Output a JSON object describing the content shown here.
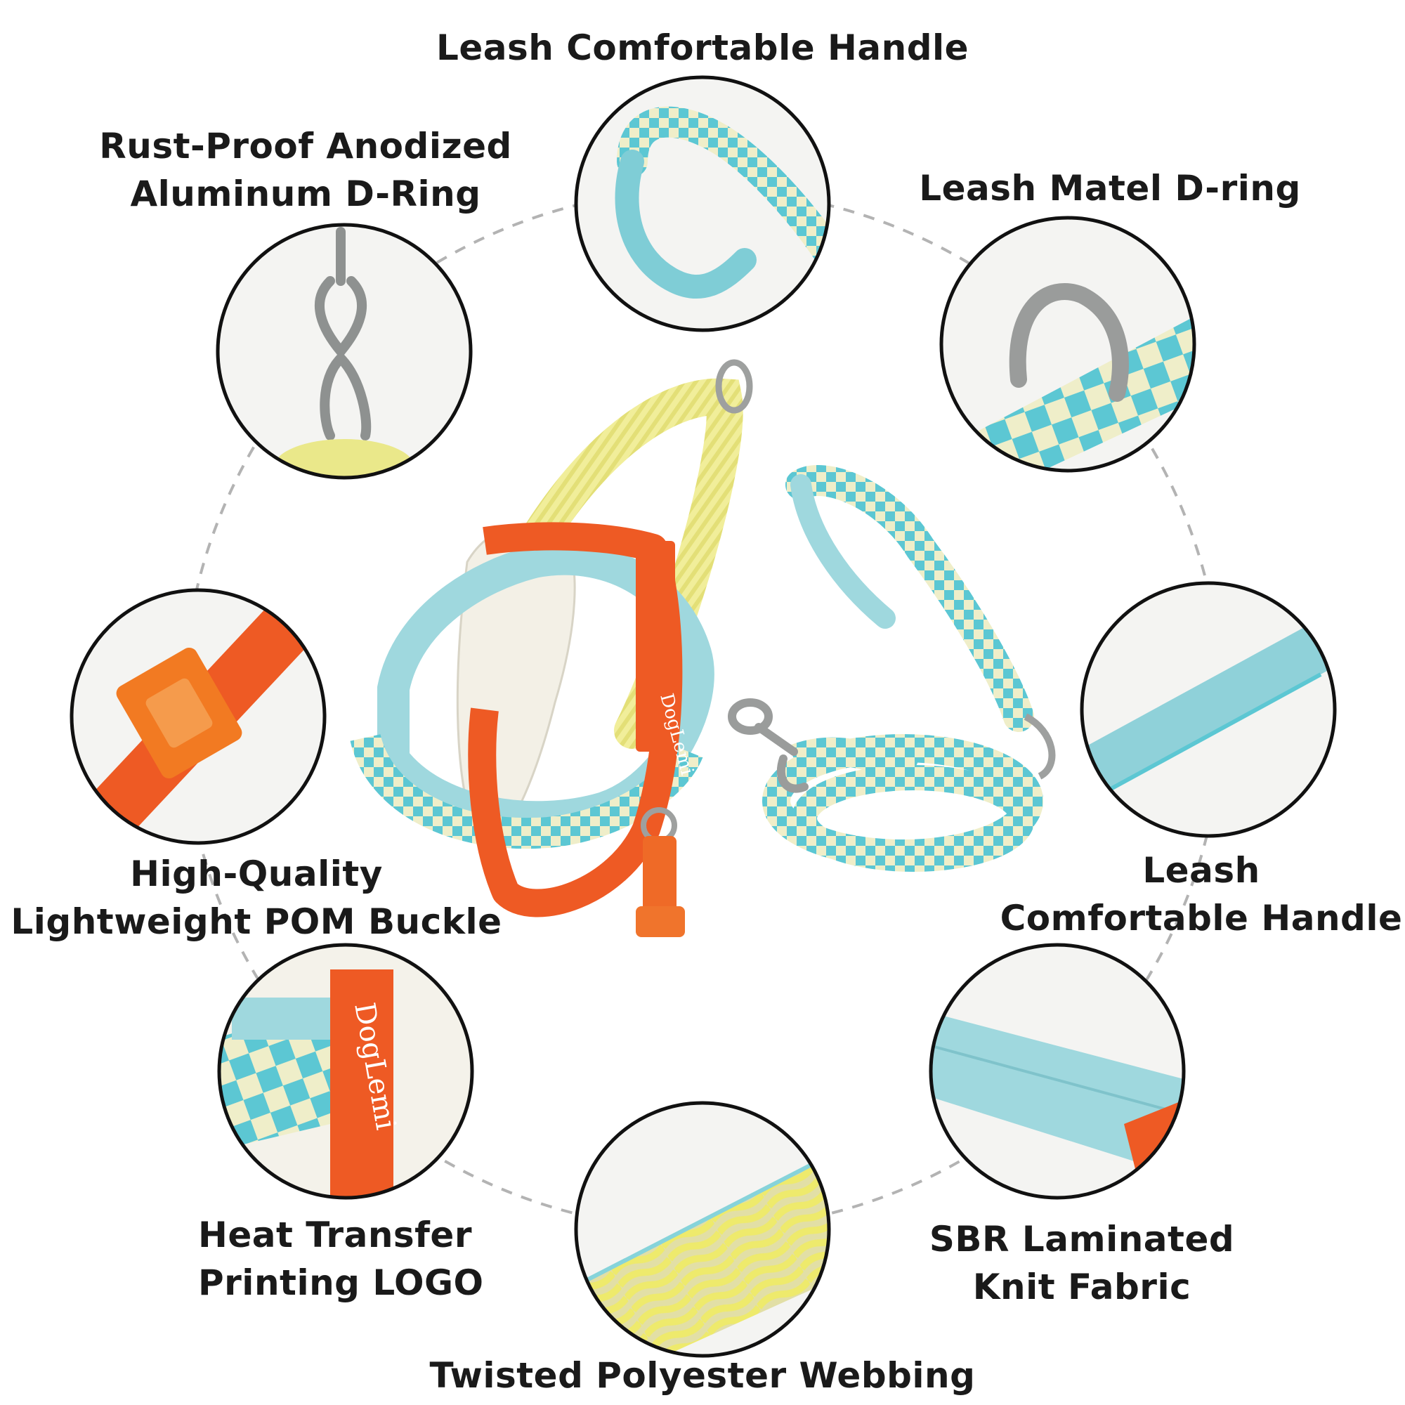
{
  "brand": {
    "logo_text": "DogLemi"
  },
  "colors": {
    "aqua": "#5cc7d3",
    "aqua_light": "#9fd8de",
    "cream": "#efeec9",
    "yellow": "#ece77a",
    "orange": "#ee5a24",
    "metal": "#a7a9a8",
    "ring_border": "#111111",
    "dash": "#b3b3b3"
  },
  "callouts": {
    "top": {
      "lines": [
        "Leash Comfortable Handle"
      ],
      "icon": "leash-handle-closeup"
    },
    "top_left": {
      "lines": [
        "Rust-Proof Anodized",
        "Aluminum D-Ring"
      ],
      "icon": "snap-hook-closeup"
    },
    "top_right": {
      "lines": [
        "Leash Matel D-ring"
      ],
      "icon": "metal-d-ring-closeup"
    },
    "mid_left": {
      "lines": [
        "High-Quality",
        "Lightweight POM Buckle"
      ],
      "icon": "pom-buckle-closeup"
    },
    "mid_right": {
      "lines": [
        "Leash",
        "Comfortable Handle"
      ],
      "icon": "padded-handle-closeup"
    },
    "bottom_left": {
      "lines": [
        "Heat Transfer",
        "Printing LOGO"
      ],
      "icon": "logo-tag-closeup"
    },
    "bottom_right": {
      "lines": [
        "SBR Laminated",
        "Knit Fabric"
      ],
      "icon": "knit-fabric-closeup"
    },
    "bottom": {
      "lines": [
        "Twisted Polyester Webbing"
      ],
      "icon": "twisted-webbing-closeup"
    }
  }
}
